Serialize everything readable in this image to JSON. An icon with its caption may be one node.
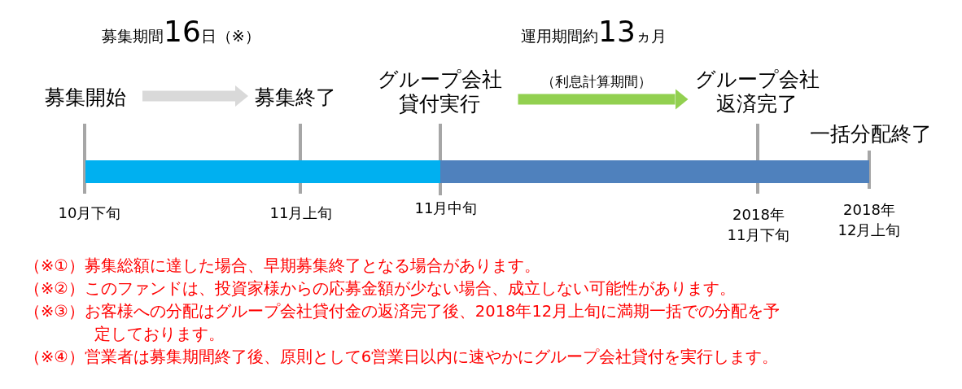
{
  "diagram": {
    "nodes": [
      {
        "text": [
          "募集開始"
        ]
      },
      {
        "text": [
          "募集終了"
        ]
      },
      {
        "text": [
          "グループ会社貸付実行"
        ]
      },
      {
        "text": [
          "グループ会社返済完了"
        ],
        "beside": [
          "2018年",
          "11月下旬"
        ]
      },
      {
        "text": [
          "一括分配終了"
        ],
        "beside": [
          "2018年",
          "12月上旬"
        ]
      },
      {
        "text": [],
        "shape": "bar"
      },
      {
        "text": [],
        "shape": "bar"
      }
    ],
    "edges": [
      {
        "from": 0,
        "to": 1,
        "arrow": "to",
        "color": "#d9d9d9"
      },
      {
        "from": 2,
        "to": 3,
        "arrow": "to",
        "color": "#92d050",
        "label": "（利息計算期間）"
      }
    ],
    "labels": [
      "募集期間**16**日（※）",
      "運用期間約**13**ヵ月",
      "10月下旬",
      "11月上旬",
      "11月中旬",
      "（※①）募集総額に達した場合、早期募集終了となる場合があります。",
      "（※②）このファンドは、投資家様からの応募金額が少ない場合、成立しない可能性があります。",
      "（※③）お客様への分配はグループ会社貸付金の返済完了後、2018年12月上旬に満期一括での分配を予定しております。",
      "（※④）営業者は募集期間終了後、原則として6営業日以内に速やかにグループ会社貸付を実行します。"
    ]
  }
}
